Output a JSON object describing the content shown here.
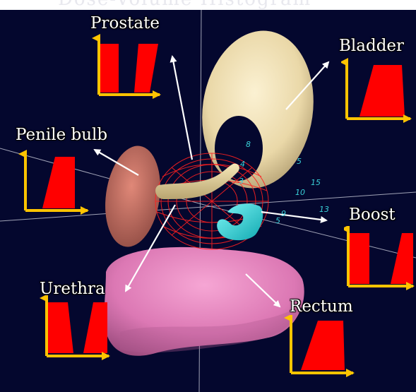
{
  "title_partial": "Dose-Volume  Histogram",
  "labels": {
    "prostate": "Prostate",
    "bladder": "Bladder",
    "penile_bulb": "Penile bulb",
    "boost": "Boost",
    "urethra": "Urethra",
    "rectum": "Rectum"
  },
  "seed_numbers": [
    "8",
    "4",
    "5",
    "3",
    "15",
    "10",
    "13",
    "9",
    "5"
  ],
  "colors": {
    "background": "#04072e",
    "dvh_fill": "#ff0000",
    "dvh_axis": "#ffc400",
    "bladder": "#f2e2b6",
    "rectum": "#e888c0",
    "penile_bulb": "#c86a5e",
    "urethra": "#e9d69a",
    "boost": "#2fe0e4",
    "prostate_mesh": "#ff2020",
    "label": "#ffffff"
  }
}
